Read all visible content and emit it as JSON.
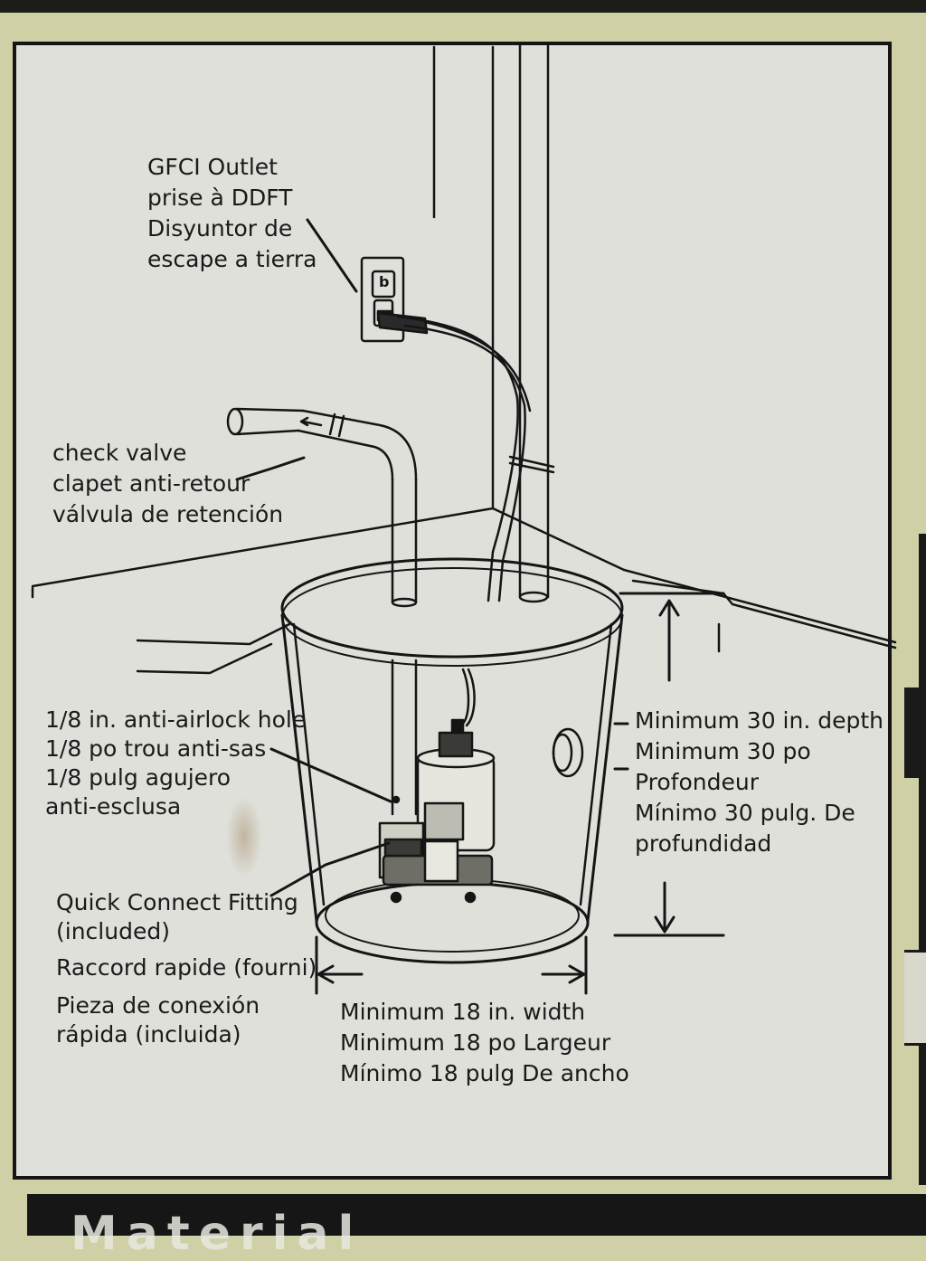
{
  "labels": {
    "gfci": [
      "GFCI Outlet",
      "prise à DDFT",
      "Disyuntor de",
      "escape a tierra"
    ],
    "check_valve": [
      "check valve",
      "clapet anti-retour",
      "válvula de retención"
    ],
    "anti_airlock": [
      "1/8 in. anti-airlock hole",
      "1/8 po trou anti-sas",
      "1/8 pulg agujero",
      "anti-esclusa"
    ],
    "quick_connect": [
      "Quick Connect Fitting",
      "(included)",
      "Raccord rapide (fourni)",
      "Pieza de conexión",
      "rápida (incluida)"
    ],
    "depth": [
      "Minimum 30 in. depth",
      "Minimum 30 po",
      "Profondeur",
      "Mínimo 30 pulg. De",
      "profundidad"
    ],
    "width": [
      "Minimum 18 in. width",
      "Minimum 18 po Largeur",
      "Mínimo 18 pulg De ancho"
    ]
  },
  "bottom_banner": "Material",
  "outlet_glyph": "b",
  "colors": {
    "background": "#cfd0a6",
    "panel": "#dfe0da",
    "ink": "#151515"
  }
}
